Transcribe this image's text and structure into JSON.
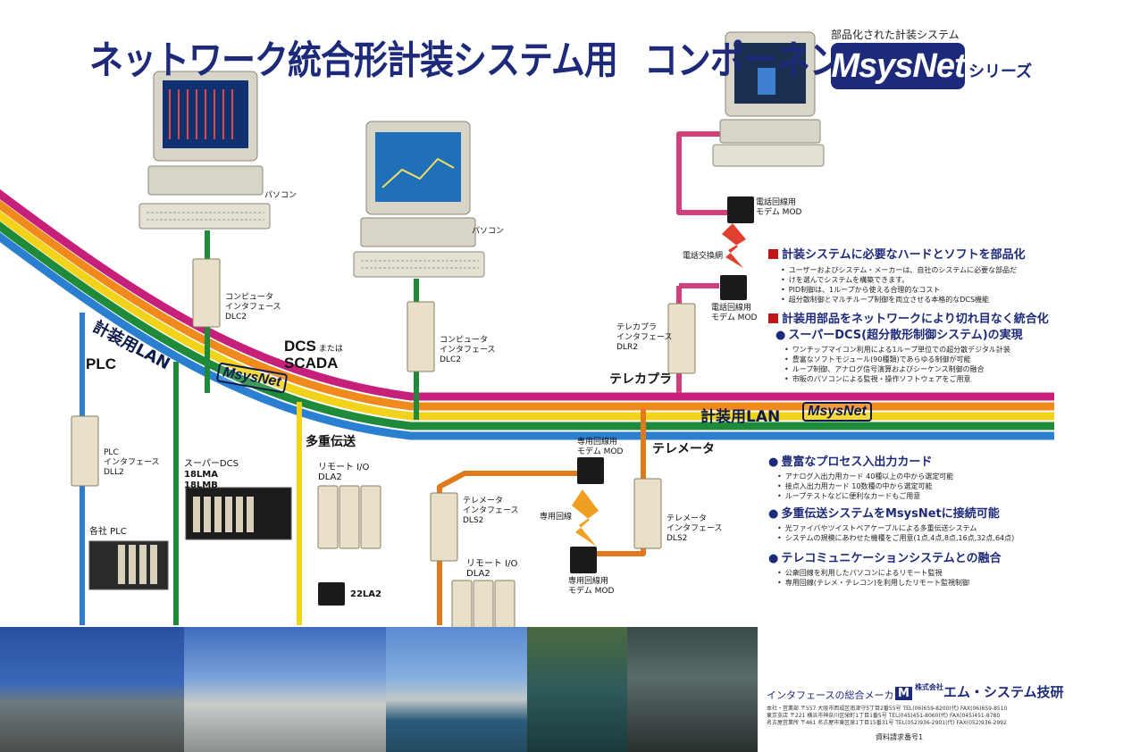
{
  "header": {
    "title_left": "ネットワーク統合形計装システム用",
    "title_right": "コンポーネント",
    "series_caption": "部品化された計装システム",
    "logo": "MsysNet",
    "logo_suffix": "シリーズ"
  },
  "lan": {
    "label_left": "計装用LAN",
    "label_right": "計装用LAN",
    "badge": "MsysNet"
  },
  "sections": {
    "plc": "PLC",
    "dcs": "DCS",
    "dcs_or": "または",
    "scada": "SCADA",
    "multiplex": "多重伝送",
    "telecoupler": "テレカプラ",
    "telemeter": "テレメータ"
  },
  "devices": {
    "pc1": "パソコン",
    "pc2": "パソコン",
    "dlc2_a": "コンピュータ\nインタフェース\nDLC2",
    "dlc2_b": "コンピュータ\nインタフェース\nDLC2",
    "dll2": "PLC\nインタフェース\nDLL2",
    "plc_brand": "各社 PLC",
    "super_dcs": "スーパーDCS",
    "lma": "18LMA",
    "lmb": "18LMB",
    "dla2_a": "リモート I/O\nDLA2",
    "la2": "22LA2",
    "dls2_a": "テレメータ\nインタフェース\nDLS2",
    "dla2_b": "リモート I/O\nDLA2",
    "modem_top": "専用回線用\nモデム MOD",
    "leased_line": "専用回線",
    "modem_bottom": "専用回線用\nモデム MOD",
    "dls2_b": "テレメータ\nインタフェース\nDLS2",
    "phone_modem_a": "電話回線用\nモデム MOD",
    "exchange": "電話交換網",
    "phone_modem_b": "電話回線用\nモデム MOD",
    "dlr2": "テレカプラ\nインタフェース\nDLR2"
  },
  "features": [
    {
      "style": "red",
      "heading": "計装システムに必要なハードとソフトを部品化",
      "bullets": [
        "ユーザーおよびシステム・メーカーは、自社のシステムに必要な部品だ",
        "けを選んでシステムを構築できます。",
        "PID制御は、1ループから使える合理的なコスト",
        "超分散制御とマルチループ制御を両立させる本格的なDCS機能"
      ]
    },
    {
      "style": "red",
      "heading": "計装用部品をネットワークにより切れ目なく統合化",
      "bullets": []
    },
    {
      "style": "blue",
      "heading": "スーパーDCS(超分散形制御システム)の実現",
      "bullets": [
        "ワンチップマイコン利用による1ループ単位での超分散デジタル計装",
        "豊富なソフトモジュール(90種類)であらゆる制御が可能",
        "ループ制御、アナログ信号演算およびシーケンス制御の融合",
        "市販のパソコンによる監視・操作ソフトウェアをご用意"
      ]
    },
    {
      "style": "blue",
      "heading": "豊富なプロセス入出力カード",
      "bullets": [
        "アナログ入出力用カード 40種以上の中から選定可能",
        "接点入出力用カード 10数種の中から選定可能",
        "ループテストなどに便利なカードもご用意"
      ]
    },
    {
      "style": "blue",
      "heading": "多重伝送システムをMsysNetに接続可能",
      "bullets": [
        "光ファイバやツイストペアケーブルによる多重伝送システム",
        "システムの規模にあわせた機種をご用意(1点,4点,8点,16点,32点,64点)"
      ]
    },
    {
      "style": "blue",
      "heading": "テレコミュニケーションシステムとの融合",
      "bullets": [
        "公衆回線を利用したパソコンによるリモート監視",
        "専用回線(テレメ・テレコン)を利用したリモート監視制御"
      ]
    }
  ],
  "footer": {
    "tagline": "インタフェースの総合メーカー",
    "company_kk": "株式会社",
    "company": "エム・システム技研",
    "addresses": [
      "本社・営業部 〒557 大阪市西成区南津守5丁目2番55号 TEL(06)659-8200(代) FAX(06)659-8510",
      "東京支店 〒221 横浜市神奈川区栄町1丁目1番5号 TEL(045)451-8060(代) FAX(045)451-8780",
      "名古屋営業所 〒461 名古屋市東区泉1丁目15番31号 TEL(052)936-2901(代) FAX(052)936-2992"
    ],
    "doc_number": "資料請求番号1"
  },
  "colors": {
    "navy": "#1d2a7a",
    "stripe_magenta": "#c6207a",
    "stripe_orange": "#f08a1c",
    "stripe_yellow": "#f2d21a",
    "stripe_green": "#1f8a3a",
    "stripe_blue": "#2a7fd0",
    "drop_orange": "#e07a1c",
    "drop_pink": "#d0407a"
  }
}
